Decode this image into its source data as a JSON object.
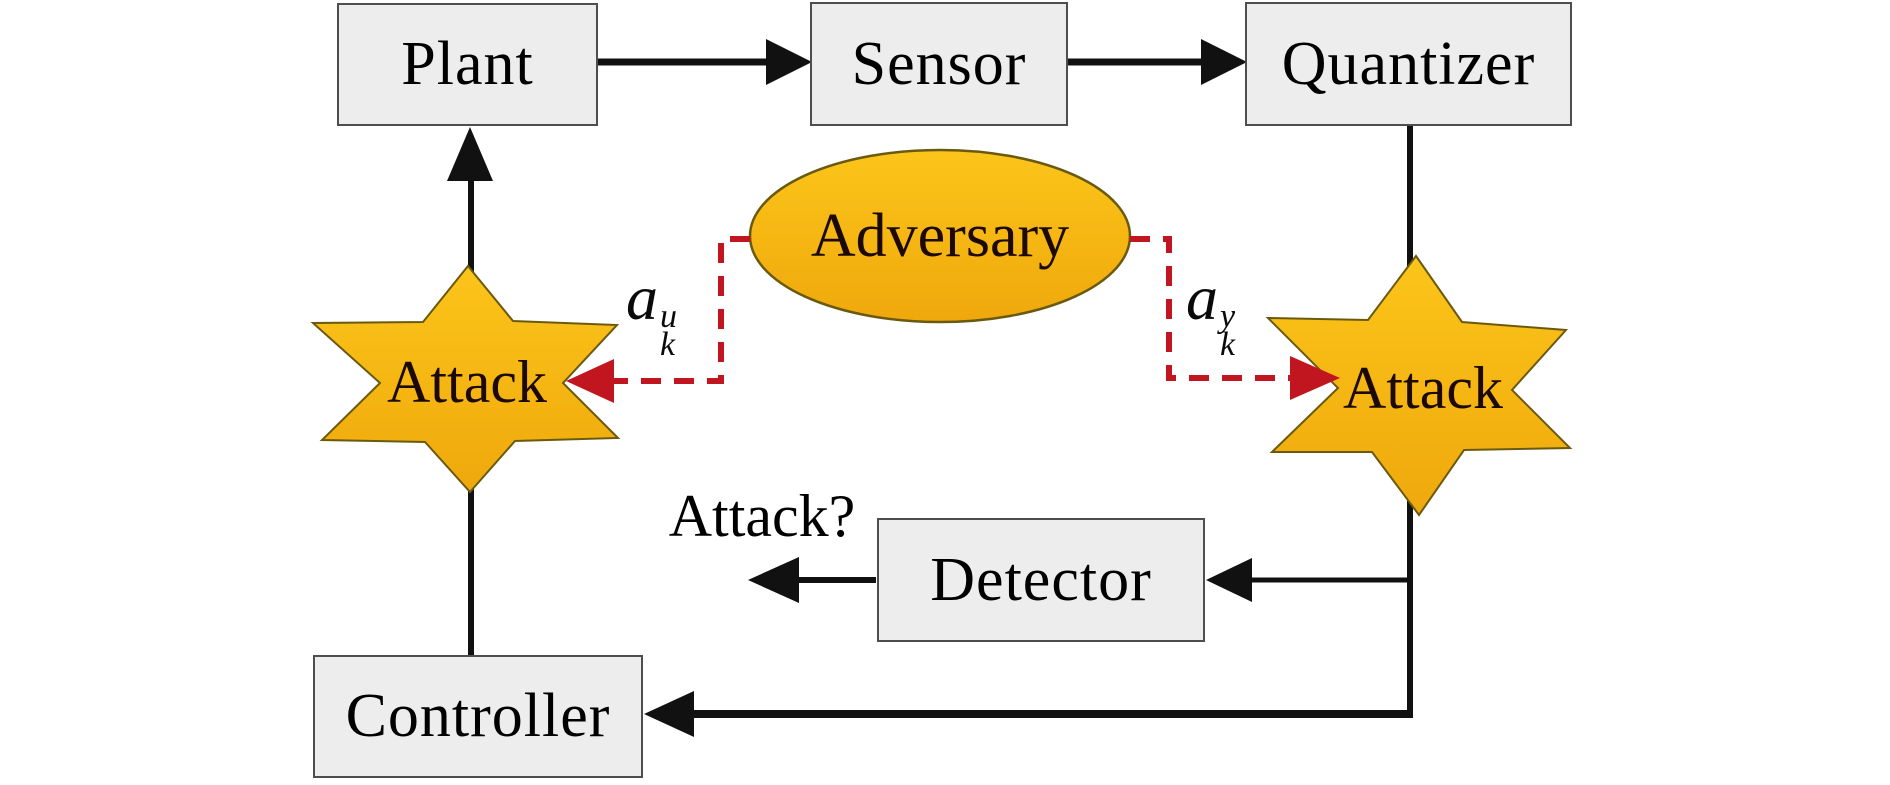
{
  "figure": {
    "blocks": {
      "plant": "Plant",
      "sensor": "Sensor",
      "quantizer": "Quantizer",
      "detector": "Detector",
      "controller": "Controller"
    },
    "adversary_label": "Adversary",
    "attack_star_left_label": "Attack",
    "attack_star_right_label": "Attack",
    "detector_output_label": "Attack?",
    "actuator_attack_signal": {
      "base": "a",
      "sup": "u",
      "sub": "k"
    },
    "sensor_attack_signal": {
      "base": "a",
      "sup": "y",
      "sub": "k"
    },
    "colors": {
      "node_fill": "#ededed",
      "node_border": "#4e4e4e",
      "accent_gold": "#fcc51a",
      "accent_gold_dark": "#efa80c",
      "outline_olive": "#6a5a10",
      "attack_red": "#c11520",
      "text_dark": "#1c0a00",
      "arrow_black": "#111111"
    }
  }
}
